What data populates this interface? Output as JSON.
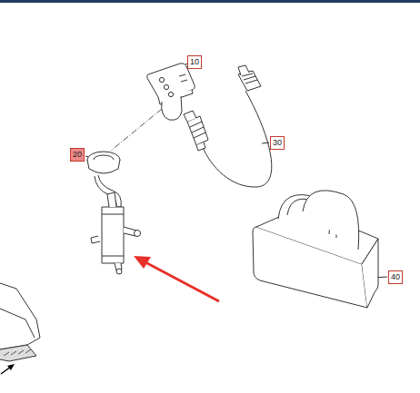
{
  "diagram": {
    "labels": [
      "10",
      "20",
      "30",
      "40"
    ]
  }
}
